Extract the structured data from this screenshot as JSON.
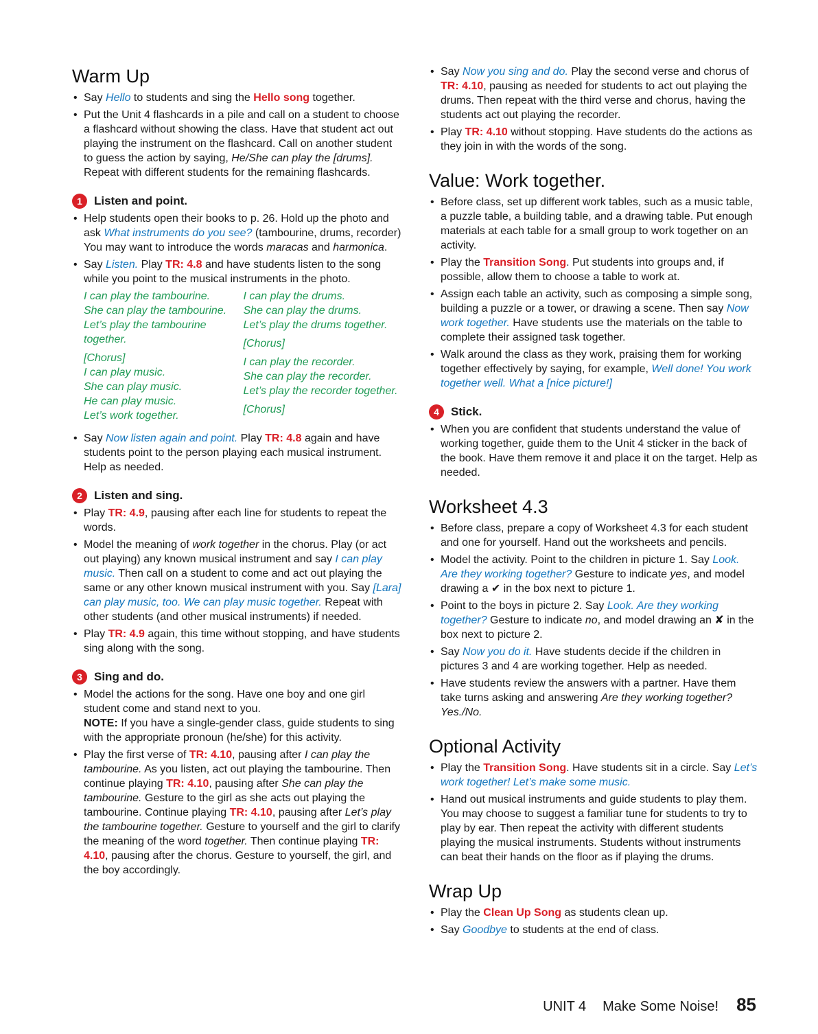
{
  "warm_up": {
    "heading": "Warm Up",
    "b1": {
      "t1": "Say ",
      "say": "Hello",
      "t2": " to students and sing the ",
      "song": "Hello song",
      "t3": " together."
    },
    "b2": {
      "t1": "Put the Unit 4 flashcards in a pile and call on a student to choose a flashcard without showing the class. Have that student act out playing the instrument on the flashcard. Call on another student to guess the action by saying, ",
      "it": "He/She can play the [drums].",
      "t2": " Repeat with different students for the remaining flashcards."
    }
  },
  "step1": {
    "num": "1",
    "title": "Listen and point.",
    "b1": {
      "t1": "Help students open their books to p. 26. Hold up the photo and ask ",
      "say": "What instruments do you see?",
      "t2": " (tambourine, drums, recorder) You may want to introduce the words ",
      "it1": "maracas",
      "t3": " and ",
      "it2": "harmonica",
      "t4": "."
    },
    "b2": {
      "t1": "Say ",
      "say": "Listen.",
      "t2": " Play ",
      "tr": "TR: 4.8",
      "t3": " and have students listen to the song while you point to the musical instruments in the photo."
    },
    "lyrics_left": {
      "p1": "I can play the tambourine.\nShe can play the tambourine.\nLet’s play the tambourine together.",
      "p2": "[Chorus]\nI can play music.\nShe can play music.\nHe can play music.\nLet’s work together."
    },
    "lyrics_right": {
      "p1": "I can play the drums.\nShe can play the drums.\nLet’s play the drums together.",
      "p2": "[Chorus]",
      "p3": "I can play the recorder.\nShe can play the recorder.\nLet’s play the recorder together.",
      "p4": "[Chorus]"
    },
    "b3": {
      "t1": "Say ",
      "say": "Now listen again and point.",
      "t2": " Play ",
      "tr": "TR: 4.8",
      "t3": " again and have students point to the person playing each musical instrument. Help as needed."
    }
  },
  "step2": {
    "num": "2",
    "title": "Listen and sing.",
    "b1": {
      "t1": "Play ",
      "tr": "TR: 4.9",
      "t2": ", pausing after each line for students to repeat the words."
    },
    "b2": {
      "t1": "Model the meaning of ",
      "it": "work together",
      "t2": " in the chorus. Play (or act out playing) any known musical instrument and say ",
      "say1": "I can play music.",
      "t3": " Then call on a student to come and act out playing the same or any other known musical instrument with you. Say ",
      "say2": "[Lara] can play music, too. We can play music together.",
      "t4": " Repeat with other students (and other musical instruments) if needed."
    },
    "b3": {
      "t1": "Play ",
      "tr": "TR: 4.9",
      "t2": " again, this time without stopping, and have students sing along with the song."
    }
  },
  "step3": {
    "num": "3",
    "title": "Sing and do.",
    "b1": {
      "t1": "Model the actions for the song. Have one boy and one girl student come and stand next to you.",
      "note_label": "NOTE:",
      "note": " If you have a single-gender class, guide students to sing with the appropriate pronoun (he/she) for this activity."
    },
    "b2": {
      "t1": "Play the first verse of ",
      "tr1": "TR: 4.10",
      "t2": ", pausing after ",
      "it1": "I can play the tambourine.",
      "t3": " As you listen, act out playing the tambourine. Then continue playing ",
      "tr2": "TR: 4.10",
      "t4": ", pausing after ",
      "it2": "She can play the tambourine.",
      "t5": " Gesture to the girl as she acts out playing the tambourine. Continue playing ",
      "tr3": "TR: 4.10",
      "t6": ", pausing after ",
      "it3": "Let’s play the tambourine together.",
      "t7": " Gesture to yourself and the girl to clarify the meaning of the word ",
      "it4": "together.",
      "t8": " Then continue playing ",
      "tr4": "TR: 4.10",
      "t9": ", pausing after the chorus. Gesture to yourself, the girl, and the boy accordingly."
    }
  },
  "right_top": {
    "b1": {
      "t1": "Say ",
      "say": "Now you sing and do.",
      "t2": " Play the second verse and chorus of ",
      "tr": "TR: 4.10",
      "t3": ", pausing as needed for students to act out playing the drums. Then repeat with the third verse and chorus, having the students act out playing the recorder."
    },
    "b2": {
      "t1": "Play ",
      "tr": "TR: 4.10",
      "t2": " without stopping. Have students do the actions as they join in with the words of the song."
    }
  },
  "value": {
    "heading": "Value: Work together.",
    "b1": "Before class, set up different work tables, such as a music table, a puzzle table, a building table, and a drawing table. Put enough materials at each table for a small group to work together on an activity.",
    "b2": {
      "t1": "Play the ",
      "song": "Transition Song",
      "t2": ". Put students into groups and, if possible, allow them to choose a table to work at."
    },
    "b3": {
      "t1": "Assign each table an activity, such as composing a simple song, building a puzzle or a tower, or drawing a scene. Then say ",
      "say": "Now work together.",
      "t2": " Have students use the materials on the table to complete their assigned task together."
    },
    "b4": {
      "t1": "Walk around the class as they work, praising them for working together effectively by saying, for example, ",
      "say": "Well done! You work together well. What a [nice picture!]"
    }
  },
  "step4": {
    "num": "4",
    "title": "Stick.",
    "b1": "When you are confident that students understand the value of working together, guide them to the Unit 4 sticker in the back of the book. Have them remove it and place it on the target. Help as needed."
  },
  "worksheet": {
    "heading": "Worksheet 4.3",
    "b1": "Before class, prepare a copy of Worksheet 4.3 for each student and one for yourself. Hand out the worksheets and pencils.",
    "b2": {
      "t1": "Model the activity. Point to the children in picture 1. Say ",
      "say": "Look. Are they working together?",
      "t2": " Gesture to indicate ",
      "it": "yes",
      "t3": ", and model drawing a ✔ in the box next to picture 1."
    },
    "b3": {
      "t1": "Point to the boys in picture 2. Say ",
      "say": "Look. Are they working together?",
      "t2": " Gesture to indicate ",
      "it": "no",
      "t3": ", and model drawing an ✘ in the box next to picture 2."
    },
    "b4": {
      "t1": "Say ",
      "say": "Now you do it.",
      "t2": " Have students decide if the children in pictures 3 and 4 are working together. Help as needed."
    },
    "b5": {
      "t1": "Have students review the answers with a partner. Have them take turns asking and answering ",
      "it": "Are they working together? Yes./No."
    }
  },
  "optional": {
    "heading": "Optional Activity",
    "b1": {
      "t1": "Play the ",
      "song": "Transition Song",
      "t2": ". Have students sit in a circle. Say ",
      "say": "Let’s work together! Let’s make some music."
    },
    "b2": "Hand out musical instruments and guide students to play them. You may choose to suggest a familiar tune for students to try to play by ear. Then repeat the activity with different students playing the musical instruments. Students without instruments can beat their hands on the floor as if playing the drums."
  },
  "wrap_up": {
    "heading": "Wrap Up",
    "b1": {
      "t1": "Play the ",
      "song": "Clean Up Song",
      "t2": " as students clean up."
    },
    "b2": {
      "t1": "Say ",
      "say": "Goodbye",
      "t2": " to students at the end of class."
    }
  },
  "footer": {
    "unit": "UNIT 4",
    "unit_title": "Make Some Noise!",
    "page": "85"
  },
  "colors": {
    "accent_red": "#d92027",
    "say_blue": "#1476bd",
    "lyrics_green": "#1f9a55"
  }
}
